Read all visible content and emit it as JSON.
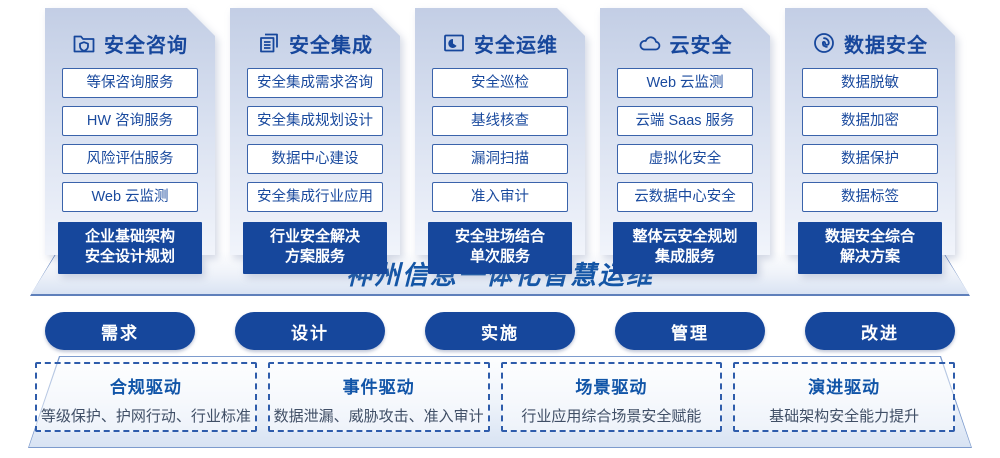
{
  "banner": {
    "title": "神州信息一体化智慧运维"
  },
  "categories": [
    {
      "title": "安全咨询",
      "icon": "folder-shield-icon",
      "items": [
        "等保咨询服务",
        "HW 咨询服务",
        "风险评估服务",
        "Web 云监测"
      ],
      "summary_line1": "企业基础架构",
      "summary_line2": "安全设计规划"
    },
    {
      "title": "安全集成",
      "icon": "copy-docs-icon",
      "items": [
        "安全集成需求咨询",
        "安全集成规划设计",
        "数据中心建设",
        "安全集成行业应用"
      ],
      "summary_line1": "行业安全解决",
      "summary_line2": "方案服务"
    },
    {
      "title": "安全运维",
      "icon": "folder-chart-icon",
      "items": [
        "安全巡检",
        "基线核查",
        "漏洞扫描",
        "准入审计"
      ],
      "summary_line1": "安全驻场结合",
      "summary_line2": "单次服务"
    },
    {
      "title": "云安全",
      "icon": "cloud-icon",
      "items": [
        "Web 云监测",
        "云端 Saas 服务",
        "虚拟化安全",
        "云数据中心安全"
      ],
      "summary_line1": "整体云安全规划",
      "summary_line2": "集成服务"
    },
    {
      "title": "数据安全",
      "icon": "fingerprint-icon",
      "items": [
        "数据脱敏",
        "数据加密",
        "数据保护",
        "数据标签"
      ],
      "summary_line1": "数据安全综合",
      "summary_line2": "解决方案"
    }
  ],
  "process_steps": [
    {
      "label": "需求"
    },
    {
      "label": "设计"
    },
    {
      "label": "实施"
    },
    {
      "label": "管理"
    },
    {
      "label": "改进"
    }
  ],
  "drivers": [
    {
      "title": "合规驱动",
      "description": "等级保护、护网行动、行业标准"
    },
    {
      "title": "事件驱动",
      "description": "数据泄漏、威胁攻击、准入审计"
    },
    {
      "title": "场景驱动",
      "description": "行业应用综合场景安全赋能"
    },
    {
      "title": "演进驱动",
      "description": "基础架构安全能力提升"
    }
  ],
  "colors": {
    "primary_blue": "#16479C",
    "title_blue": "#17479C",
    "banner_text_blue": "#1456A6",
    "driver_desc_gray": "#404F66"
  }
}
